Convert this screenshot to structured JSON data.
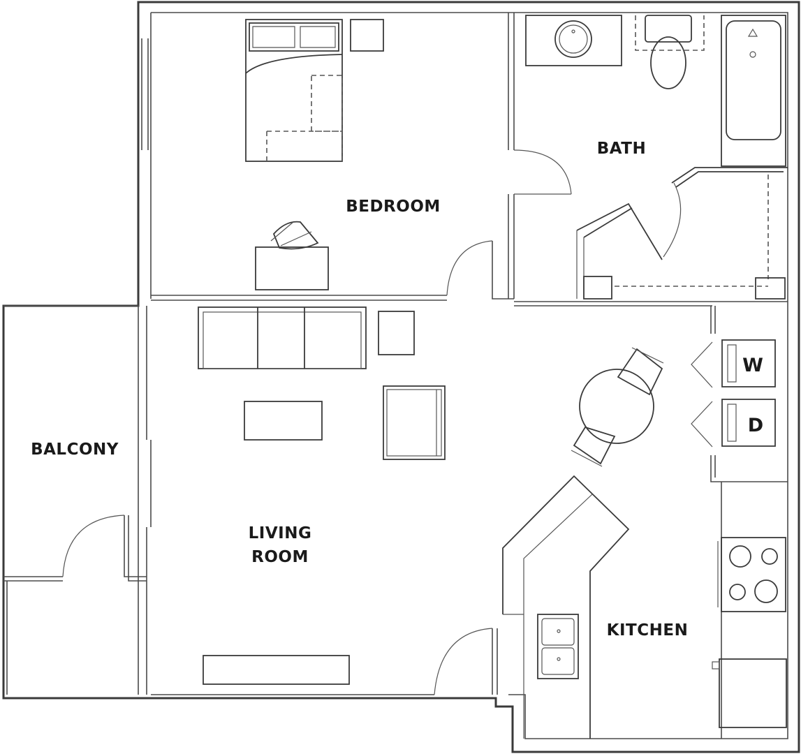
{
  "rooms": {
    "bedroom": "BEDROOM",
    "bath": "BATH",
    "balcony": "BALCONY",
    "living_line1": "LIVING",
    "living_line2": "ROOM",
    "kitchen": "KITCHEN"
  },
  "appliances": {
    "washer": "W",
    "dryer": "D"
  }
}
